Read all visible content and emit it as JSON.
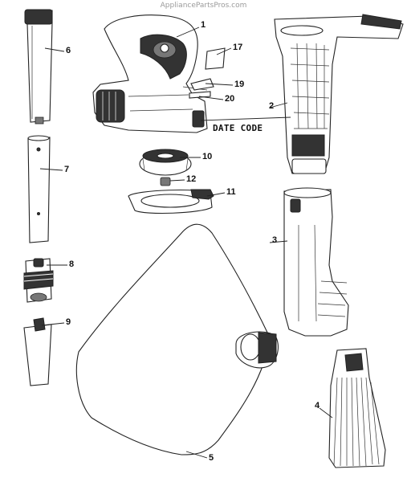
{
  "watermark": "AppliancePartsPros.com",
  "date_code_label": "DATE CODE",
  "callouts": [
    {
      "id": "1",
      "label": "1"
    },
    {
      "id": "2",
      "label": "2"
    },
    {
      "id": "3",
      "label": "3"
    },
    {
      "id": "4",
      "label": "4"
    },
    {
      "id": "5",
      "label": "5"
    },
    {
      "id": "6",
      "label": "6"
    },
    {
      "id": "7",
      "label": "7"
    },
    {
      "id": "8",
      "label": "8"
    },
    {
      "id": "9",
      "label": "9"
    },
    {
      "id": "10",
      "label": "10"
    },
    {
      "id": "11",
      "label": "11"
    },
    {
      "id": "12",
      "label": "12"
    },
    {
      "id": "17",
      "label": "17"
    },
    {
      "id": "19",
      "label": "19"
    },
    {
      "id": "20",
      "label": "20"
    }
  ]
}
